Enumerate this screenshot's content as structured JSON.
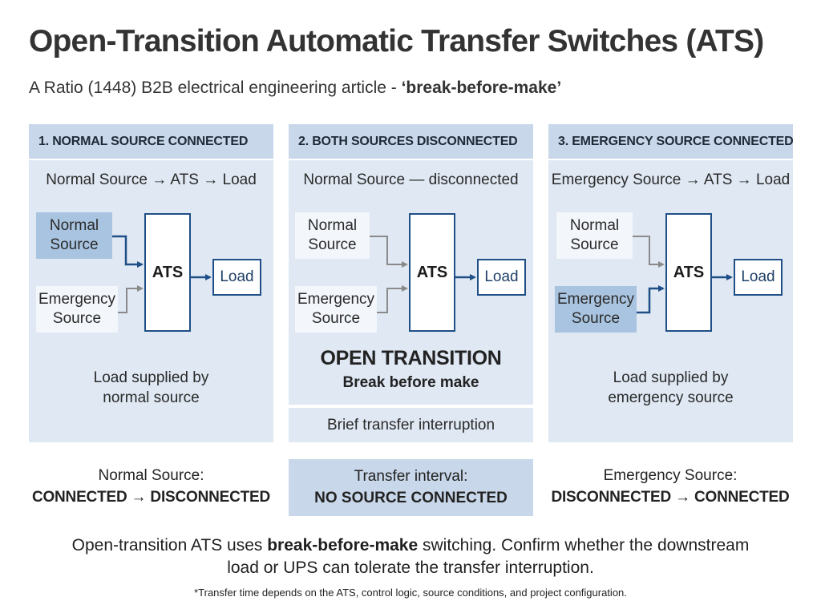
{
  "title": "Open-Transition Automatic Transfer Switches (ATS)",
  "subtitle": {
    "prefix": "A Ratio (1448) B2B electrical engineering article - ",
    "emphasis": "‘break-before-make’"
  },
  "panels": [
    {
      "heading": "1. NORMAL SOURCE CONNECTED",
      "flow": "Normal Source → ATS → Load",
      "normal_source": "Normal Source",
      "emergency_source": "Emergency Source",
      "ats": "ATS",
      "load": "Load",
      "active_source": "normal",
      "caption_line1": "Load supplied by",
      "caption_line2": "normal source"
    },
    {
      "heading": "2. BOTH SOURCES DISCONNECTED",
      "flow": "Normal Source — disconnected",
      "normal_source": "Normal Source",
      "emergency_source": "Emergency Source",
      "ats": "ATS",
      "load": "Load",
      "active_source": "none",
      "open_title": "OPEN TRANSITION",
      "open_sub": "Break before make",
      "lower_caption": "Brief transfer interruption"
    },
    {
      "heading": "3. EMERGENCY SOURCE CONNECTED",
      "flow": "Emergency Source → ATS → Load",
      "normal_source": "Normal Source",
      "emergency_source": "Emergency Source",
      "ats": "ATS",
      "load": "Load",
      "active_source": "emergency",
      "caption_line1": "Load supplied by",
      "caption_line2": "emergency source"
    }
  ],
  "status": [
    {
      "label": "Normal Source:",
      "value": "CONNECTED → DISCONNECTED"
    },
    {
      "label": "Transfer interval:",
      "value": "NO SOURCE CONNECTED"
    },
    {
      "label": "Emergency Source:",
      "value": "DISCONNECTED → CONNECTED"
    }
  ],
  "note": {
    "part1": "Open-transition ATS uses ",
    "bold": "break-before-make",
    "part2": " switching. Confirm whether the downstream",
    "line2": "load or UPS can tolerate the transfer interruption."
  },
  "footnote": "*Transfer time depends on the ATS, control logic, source conditions, and project configuration.",
  "colors": {
    "panel_bg": "#dfe8f3",
    "panel_head": "#c8d7e9",
    "active_source": "#a9c4e0",
    "idle_source": "#f3f6fa",
    "live_line": "#1f4f86",
    "idle_line": "#8a8a8a"
  }
}
